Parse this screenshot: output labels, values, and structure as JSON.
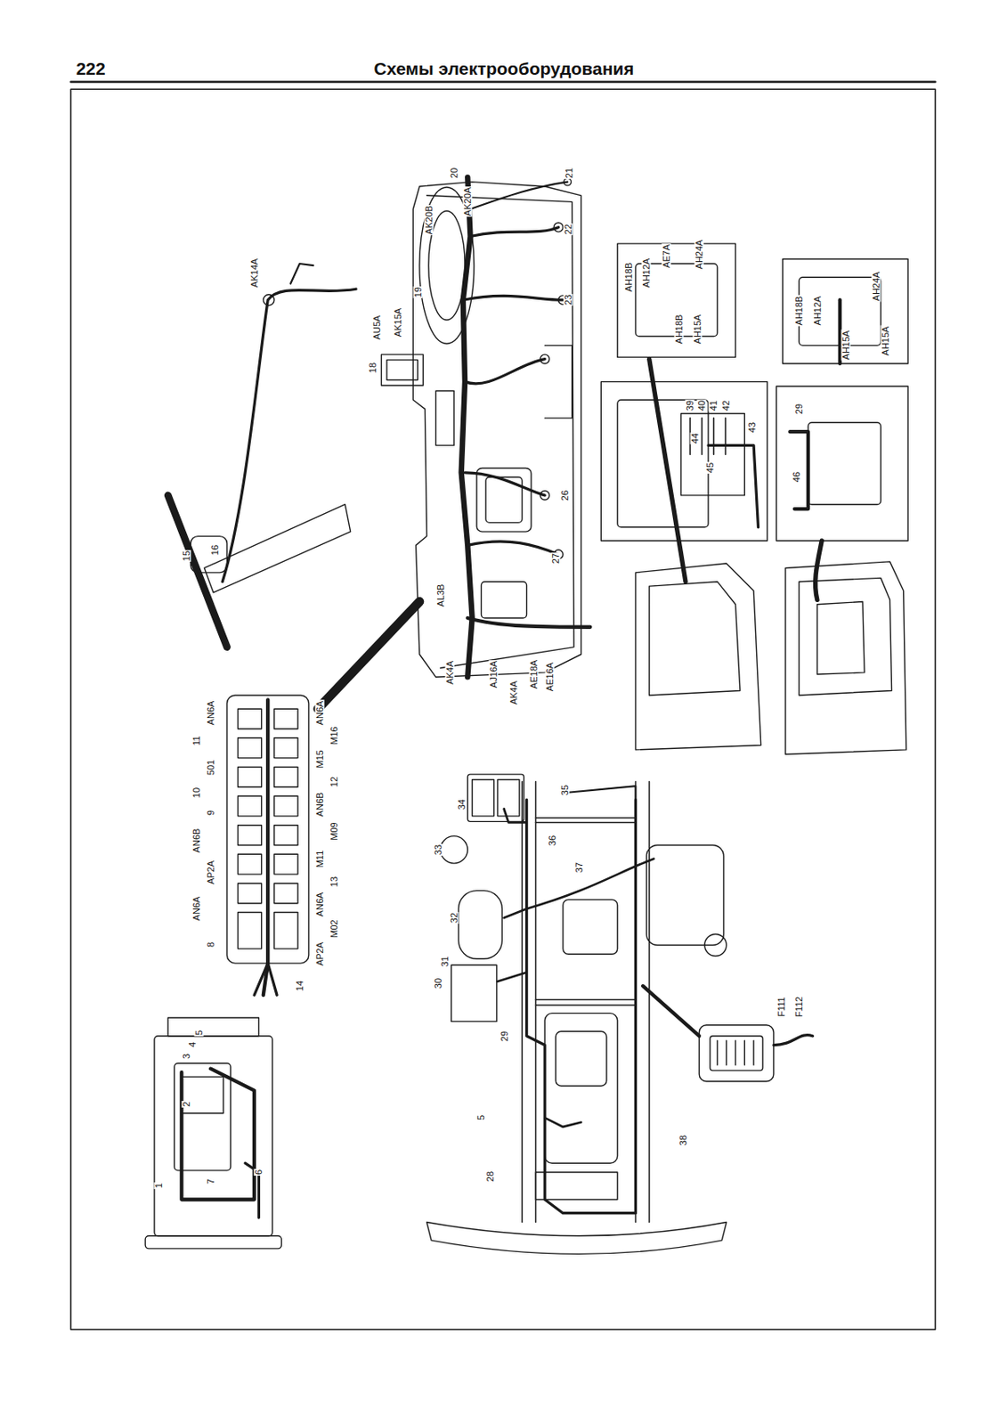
{
  "diagram": {
    "title": "Схемы электрооборудования",
    "labels": [
      "222",
      "20",
      "21",
      "AK20A",
      "AK20B",
      "22",
      "19",
      "23",
      "AK15A",
      "AU5A",
      "18",
      "AK14A",
      "AH18B",
      "AH12A",
      "AE7A",
      "AH24A",
      "AH18B",
      "AH15A",
      "39",
      "40",
      "41",
      "42",
      "43",
      "44",
      "45",
      "AH18B",
      "AH12A",
      "AH24A",
      "AH15A",
      "AH15A",
      "29",
      "46",
      "26",
      "15",
      "16",
      "27",
      "AL3B",
      "AK4A",
      "AJ16A",
      "AK4A",
      "AE18A",
      "AE16A",
      "AN6A",
      "11",
      "501",
      "10",
      "9",
      "AN6B",
      "AP2A",
      "AN6A",
      "8",
      "AN6A",
      "M16",
      "M15",
      "12",
      "AN6B",
      "M09",
      "M11",
      "13",
      "AN6A",
      "M02",
      "AP2A",
      "14",
      "3",
      "4",
      "5",
      "2",
      "1",
      "7",
      "6",
      "35",
      "34",
      "36",
      "33",
      "37",
      "32",
      "31",
      "30",
      "29",
      "5",
      "28",
      "38",
      "F111",
      "F112"
    ]
  }
}
